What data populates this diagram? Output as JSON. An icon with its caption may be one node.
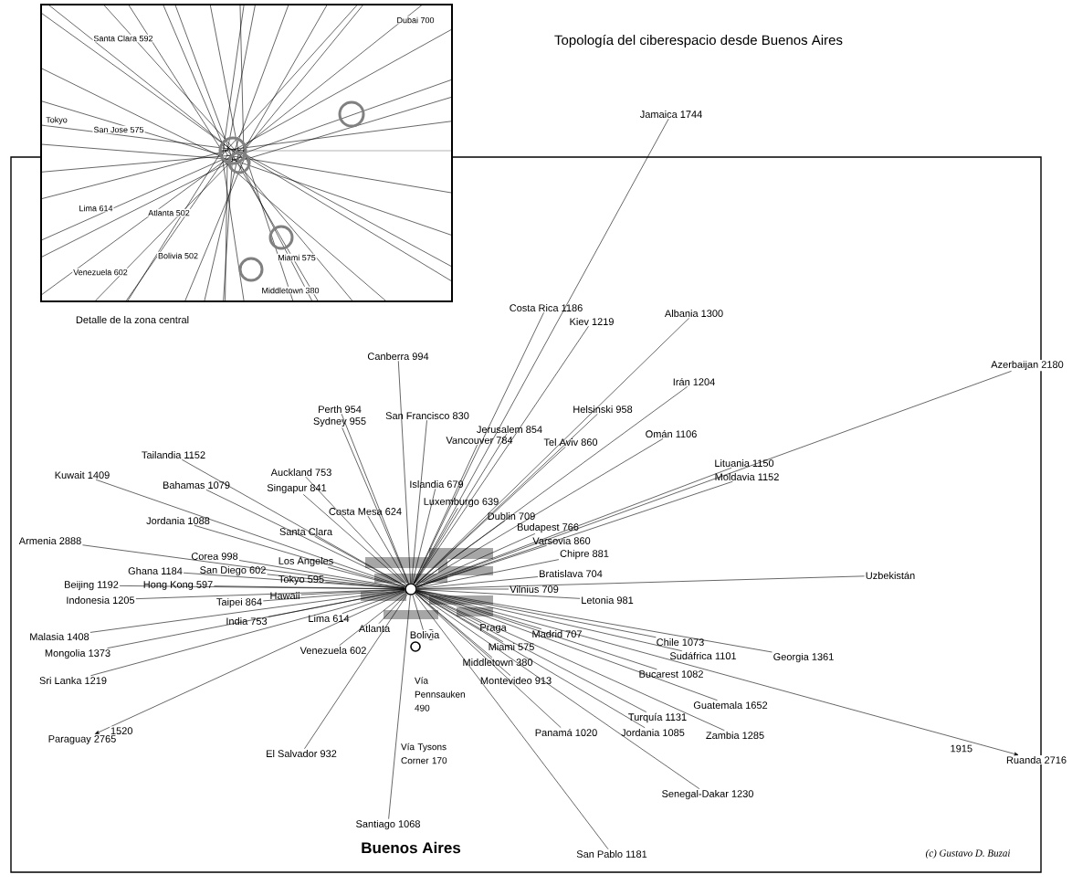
{
  "diagram": {
    "title": "Topología del ciberespacio desde Buenos Aires",
    "nodes": [
      {
        "text": [],
        "shape": "circle"
      },
      {
        "text": [
          "Jamaica 1744"
        ]
      },
      {
        "text": [
          "Costa Rica 1186"
        ]
      },
      {
        "text": [
          "Kiev 1219"
        ]
      },
      {
        "text": [
          "Albania 1300"
        ]
      },
      {
        "text": [
          "Azerbaijan 2180"
        ]
      },
      {
        "text": [
          "Canberra 994"
        ]
      },
      {
        "text": [
          "Irán 1204"
        ]
      },
      {
        "text": [
          "Perth 954"
        ]
      },
      {
        "text": [
          "Sydney 955"
        ]
      },
      {
        "text": [
          "San Francisco 830"
        ]
      },
      {
        "text": [
          "Jerusalem 854"
        ]
      },
      {
        "text": [
          "Helsinski 958"
        ]
      },
      {
        "text": [
          "Vancouver 784"
        ]
      },
      {
        "text": [
          "Tel Aviv 860"
        ]
      },
      {
        "text": [
          "Omán 1106"
        ]
      },
      {
        "text": [
          "Tailandia 1152"
        ]
      },
      {
        "text": [
          "Kuwait 1409"
        ]
      },
      {
        "text": [
          "Bahamas 1079"
        ]
      },
      {
        "text": [
          "Auckland 753"
        ]
      },
      {
        "text": [
          "Singapur 841"
        ]
      },
      {
        "text": [
          "Islandia 679"
        ]
      },
      {
        "text": [
          "Luxemburgo 639"
        ]
      },
      {
        "text": [
          "Costa Mesa 624"
        ]
      },
      {
        "text": [
          "Dublin 709"
        ]
      },
      {
        "text": [
          "Lituania 1150"
        ]
      },
      {
        "text": [
          "Moldavia 1152"
        ]
      },
      {
        "text": [
          "Budapest 766"
        ]
      },
      {
        "text": [
          "Varsovia 860"
        ]
      },
      {
        "text": [
          "Jordania 1088"
        ]
      },
      {
        "text": [
          "Santa Clara"
        ]
      },
      {
        "text": [
          "Armenia 2888"
        ]
      },
      {
        "text": [
          "Chipre 881"
        ]
      },
      {
        "text": [
          "Corea 998"
        ]
      },
      {
        "text": [
          "Uzbekistán"
        ]
      },
      {
        "text": [
          "Ghana 1184"
        ]
      },
      {
        "text": [
          "San Diego 602"
        ]
      },
      {
        "text": [
          "Los Angeles"
        ]
      },
      {
        "text": [
          "Tokyo 595"
        ]
      },
      {
        "text": [
          "Bratislava 704"
        ]
      },
      {
        "text": [
          "Beijing 1192"
        ]
      },
      {
        "text": [
          "Hong Kong 597"
        ]
      },
      {
        "text": [
          "Hawaii"
        ]
      },
      {
        "text": [
          "Vilnius 709"
        ]
      },
      {
        "text": [
          "Indonesia 1205"
        ]
      },
      {
        "text": [
          "Taipei 864"
        ]
      },
      {
        "text": [
          "Letonia 981"
        ]
      },
      {
        "text": [
          "India 753"
        ]
      },
      {
        "text": [
          "Lima 614"
        ]
      },
      {
        "text": [
          "Malasia 1408"
        ]
      },
      {
        "text": [
          "Mongolia 1373"
        ]
      },
      {
        "text": [
          "Venezuela 602"
        ]
      },
      {
        "text": [
          "Middletown 380"
        ]
      },
      {
        "text": [
          "Miami 575"
        ]
      },
      {
        "text": [
          "Madrid 707"
        ]
      },
      {
        "text": [
          "Praga"
        ]
      },
      {
        "text": [
          "Chile 1073"
        ]
      },
      {
        "text": [
          "Sudáfrica 1101"
        ]
      },
      {
        "text": [
          "Georgia 1361"
        ]
      },
      {
        "text": [
          "Bucarest 1082"
        ]
      },
      {
        "text": [
          "Montevideo 913"
        ]
      },
      {
        "text": [
          "Sri Lanka 1219"
        ]
      },
      {
        "text": [
          "Guatemala 1652"
        ]
      },
      {
        "text": [
          "Turquía 1131"
        ]
      },
      {
        "text": [
          "Panamá 1020"
        ]
      },
      {
        "text": [
          "Jordania 1085"
        ]
      },
      {
        "text": [
          "Zambia 1285"
        ]
      },
      {
        "text": [
          "Ruanda 2716"
        ]
      },
      {
        "text": [
          "Paraguay 2765"
        ]
      },
      {
        "text": [
          "El Salvador 932"
        ]
      },
      {
        "text": [
          "Senegal-Dakar 1230"
        ]
      },
      {
        "text": [
          "Santiago 1068"
        ]
      },
      {
        "text": [
          "San Pablo 1181"
        ]
      },
      {
        "text": [
          "Bolivia"
        ]
      },
      {
        "text": [
          "Atlanta"
        ]
      }
    ],
    "edges": [
      {
        "from": 0,
        "to": 1,
        "arrow": "none"
      },
      {
        "from": 0,
        "to": 2,
        "arrow": "none"
      },
      {
        "from": 0,
        "to": 3,
        "arrow": "none"
      },
      {
        "from": 0,
        "to": 4,
        "arrow": "none"
      },
      {
        "from": 0,
        "to": 5,
        "arrow": "none"
      },
      {
        "from": 0,
        "to": 6,
        "arrow": "none"
      },
      {
        "from": 0,
        "to": 7,
        "arrow": "none"
      },
      {
        "from": 0,
        "to": 8,
        "arrow": "none"
      },
      {
        "from": 0,
        "to": 9,
        "arrow": "none"
      },
      {
        "from": 0,
        "to": 10,
        "arrow": "none"
      },
      {
        "from": 0,
        "to": 11,
        "arrow": "none"
      },
      {
        "from": 0,
        "to": 12,
        "arrow": "none"
      },
      {
        "from": 0,
        "to": 13,
        "arrow": "none"
      },
      {
        "from": 0,
        "to": 14,
        "arrow": "none"
      },
      {
        "from": 0,
        "to": 15,
        "arrow": "none"
      },
      {
        "from": 0,
        "to": 16,
        "arrow": "none"
      },
      {
        "from": 0,
        "to": 17,
        "arrow": "none"
      },
      {
        "from": 0,
        "to": 18,
        "arrow": "none"
      },
      {
        "from": 0,
        "to": 19,
        "arrow": "none"
      },
      {
        "from": 0,
        "to": 20,
        "arrow": "none"
      },
      {
        "from": 0,
        "to": 21,
        "arrow": "none"
      },
      {
        "from": 0,
        "to": 22,
        "arrow": "none"
      },
      {
        "from": 0,
        "to": 23,
        "arrow": "none"
      },
      {
        "from": 0,
        "to": 24,
        "arrow": "none"
      },
      {
        "from": 0,
        "to": 25,
        "arrow": "none"
      },
      {
        "from": 0,
        "to": 26,
        "arrow": "none"
      },
      {
        "from": 0,
        "to": 27,
        "arrow": "none"
      },
      {
        "from": 0,
        "to": 28,
        "arrow": "none"
      },
      {
        "from": 0,
        "to": 29,
        "arrow": "none"
      },
      {
        "from": 0,
        "to": 30,
        "arrow": "none"
      },
      {
        "from": 0,
        "to": 31,
        "arrow": "none"
      },
      {
        "from": 0,
        "to": 32,
        "arrow": "none"
      },
      {
        "from": 0,
        "to": 33,
        "arrow": "none"
      },
      {
        "from": 0,
        "to": 34,
        "arrow": "none"
      },
      {
        "from": 0,
        "to": 35,
        "arrow": "none"
      },
      {
        "from": 0,
        "to": 36,
        "arrow": "none"
      },
      {
        "from": 0,
        "to": 37,
        "arrow": "none"
      },
      {
        "from": 0,
        "to": 38,
        "arrow": "none"
      },
      {
        "from": 0,
        "to": 39,
        "arrow": "none"
      },
      {
        "from": 0,
        "to": 40,
        "arrow": "none"
      },
      {
        "from": 0,
        "to": 41,
        "arrow": "none"
      },
      {
        "from": 0,
        "to": 42,
        "arrow": "none"
      },
      {
        "from": 0,
        "to": 43,
        "arrow": "none"
      },
      {
        "from": 0,
        "to": 44,
        "arrow": "none"
      },
      {
        "from": 0,
        "to": 45,
        "arrow": "none"
      },
      {
        "from": 0,
        "to": 46,
        "arrow": "none"
      },
      {
        "from": 0,
        "to": 47,
        "arrow": "none"
      },
      {
        "from": 0,
        "to": 48,
        "arrow": "none"
      },
      {
        "from": 0,
        "to": 49,
        "arrow": "none"
      },
      {
        "from": 0,
        "to": 50,
        "arrow": "none"
      },
      {
        "from": 0,
        "to": 51,
        "arrow": "none"
      },
      {
        "from": 0,
        "to": 52,
        "arrow": "none"
      },
      {
        "from": 0,
        "to": 53,
        "arrow": "none"
      },
      {
        "from": 0,
        "to": 54,
        "arrow": "none"
      },
      {
        "from": 0,
        "to": 55,
        "arrow": "none"
      },
      {
        "from": 0,
        "to": 56,
        "arrow": "none"
      },
      {
        "from": 0,
        "to": 57,
        "arrow": "none"
      },
      {
        "from": 0,
        "to": 58,
        "arrow": "none"
      },
      {
        "from": 0,
        "to": 59,
        "arrow": "none"
      },
      {
        "from": 0,
        "to": 60,
        "arrow": "none"
      },
      {
        "from": 0,
        "to": 61,
        "arrow": "none"
      },
      {
        "from": 0,
        "to": 62,
        "arrow": "none"
      },
      {
        "from": 0,
        "to": 63,
        "arrow": "none"
      },
      {
        "from": 0,
        "to": 64,
        "arrow": "none"
      },
      {
        "from": 0,
        "to": 65,
        "arrow": "none"
      },
      {
        "from": 0,
        "to": 66,
        "arrow": "none"
      },
      {
        "from": 0,
        "to": 67,
        "label": "1915",
        "arrow": "to"
      },
      {
        "from": 0,
        "to": 68,
        "label": "1520",
        "arrow": "to"
      },
      {
        "from": 0,
        "to": 69,
        "arrow": "none"
      },
      {
        "from": 0,
        "to": 70,
        "arrow": "none"
      },
      {
        "from": 0,
        "to": 71,
        "arrow": "none"
      },
      {
        "from": 0,
        "to": 72,
        "arrow": "none"
      },
      {
        "from": 0,
        "to": 73,
        "arrow": "none"
      },
      {
        "from": 0,
        "to": 74,
        "arrow": "none"
      }
    ],
    "labels": [
      "Santa Clara 592",
      "Dubai 700",
      "Tokyo",
      "San Jose 575",
      "Lima 614",
      "Atlanta 502",
      "Bolivia 502",
      "Venezuela 602",
      "Miami 575",
      "Middletown 380",
      "Detalle de la zona central",
      "Vía Pennsauken 490",
      "Vía Tysons Corner 170",
      "Buenos Aires",
      "(c) Gustavo D. Buzai"
    ]
  }
}
